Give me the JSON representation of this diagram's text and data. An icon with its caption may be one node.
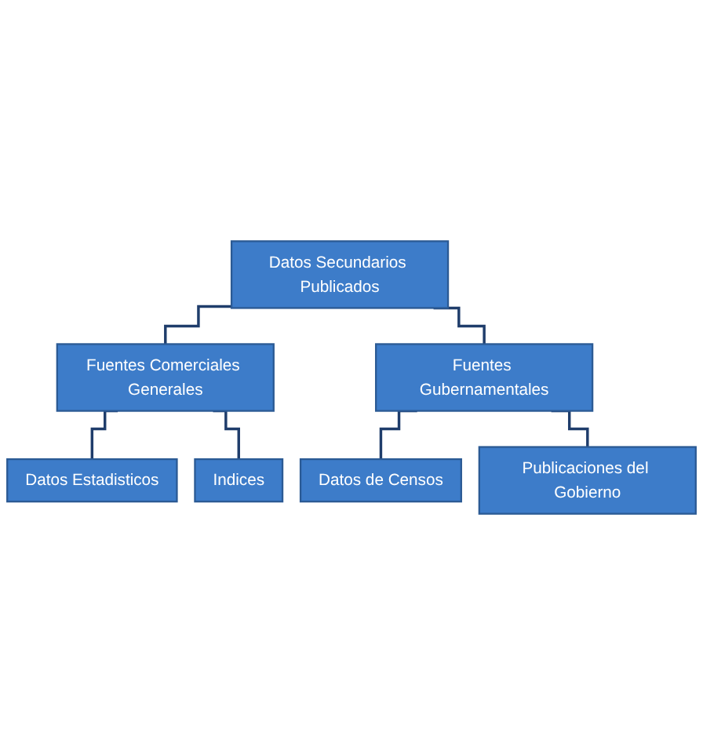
{
  "diagram": {
    "nodes": [
      {
        "text": [
          "Datos Secundarios Publicados"
        ]
      },
      {
        "text": [
          "Fuentes Comerciales Generales"
        ]
      },
      {
        "text": [
          "Fuentes Gubernamentales"
        ]
      },
      {
        "text": [
          "Datos Estadisticos"
        ]
      },
      {
        "text": [
          "Indices"
        ]
      },
      {
        "text": [
          "Datos de Censos"
        ]
      },
      {
        "text": [
          "Publicaciones del Gobierno"
        ]
      }
    ],
    "edges": [
      {
        "from": 0,
        "to": 1,
        "arrow": "none"
      },
      {
        "from": 0,
        "to": 2,
        "arrow": "none"
      },
      {
        "from": 1,
        "to": 3,
        "arrow": "none"
      },
      {
        "from": 1,
        "to": 4,
        "arrow": "none"
      },
      {
        "from": 2,
        "to": 5,
        "arrow": "none"
      },
      {
        "from": 2,
        "to": 6,
        "arrow": "none"
      }
    ]
  }
}
